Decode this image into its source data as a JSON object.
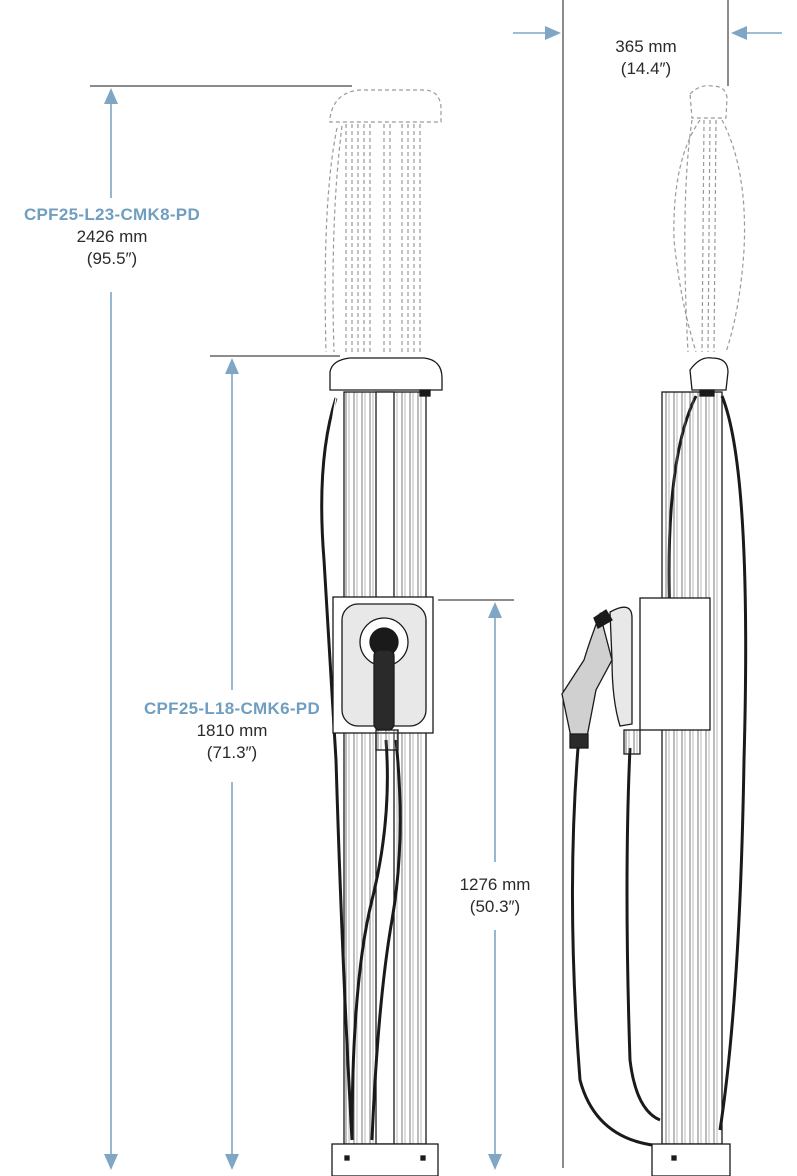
{
  "dimensions": {
    "tall": {
      "model": "CPF25-L23-CMK8-PD",
      "mm": "2426 mm",
      "inch": "(95.5″)"
    },
    "short": {
      "model": "CPF25-L18-CMK6-PD",
      "mm": "1810 mm",
      "inch": "(71.3″)"
    },
    "holster": {
      "mm": "1276 mm",
      "inch": "(50.3″)"
    },
    "depth": {
      "mm": "365 mm",
      "inch": "(14.4″)"
    }
  },
  "colors": {
    "accent": "#6f9ec0",
    "line": "#1a1a1a",
    "dashed": "#9a9a9a",
    "pedestal_fill": "#ffffff",
    "holster_fill": "#e8e8e8"
  },
  "icons": [
    "arrow-up-icon",
    "arrow-down-icon",
    "arrow-right-icon",
    "arrow-left-icon"
  ]
}
